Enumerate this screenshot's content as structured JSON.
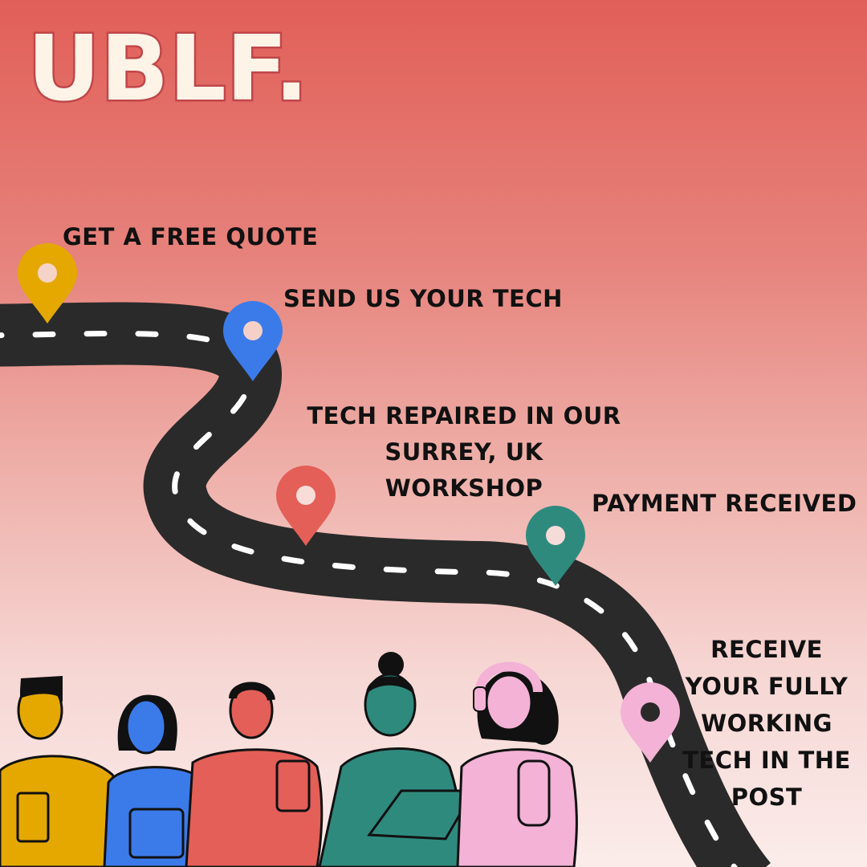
{
  "brand": {
    "logo_text": "UBLF."
  },
  "steps": [
    {
      "lines": [
        "GET A FREE QUOTE"
      ],
      "pin_color": "#e5a800"
    },
    {
      "lines": [
        "SEND US YOUR TECH"
      ],
      "pin_color": "#3b7be9"
    },
    {
      "lines": [
        "TECH REPAIRED IN OUR",
        "SURREY, UK WORKSHOP"
      ],
      "pin_color": "#e35f58"
    },
    {
      "lines": [
        "PAYMENT RECEIVED"
      ],
      "pin_color": "#2f8a7e"
    },
    {
      "lines": [
        "RECEIVE",
        "YOUR FULLY",
        "WORKING",
        "TECH IN THE",
        "POST"
      ],
      "pin_color": "#f3b2d6"
    }
  ],
  "colors": {
    "background_top": "#e15f58",
    "background_bottom": "#fbecea",
    "road": "#2a2a2a",
    "road_marking": "#ffffff",
    "logo_fill": "#fdf3e6",
    "logo_outline": "#c0464a"
  }
}
